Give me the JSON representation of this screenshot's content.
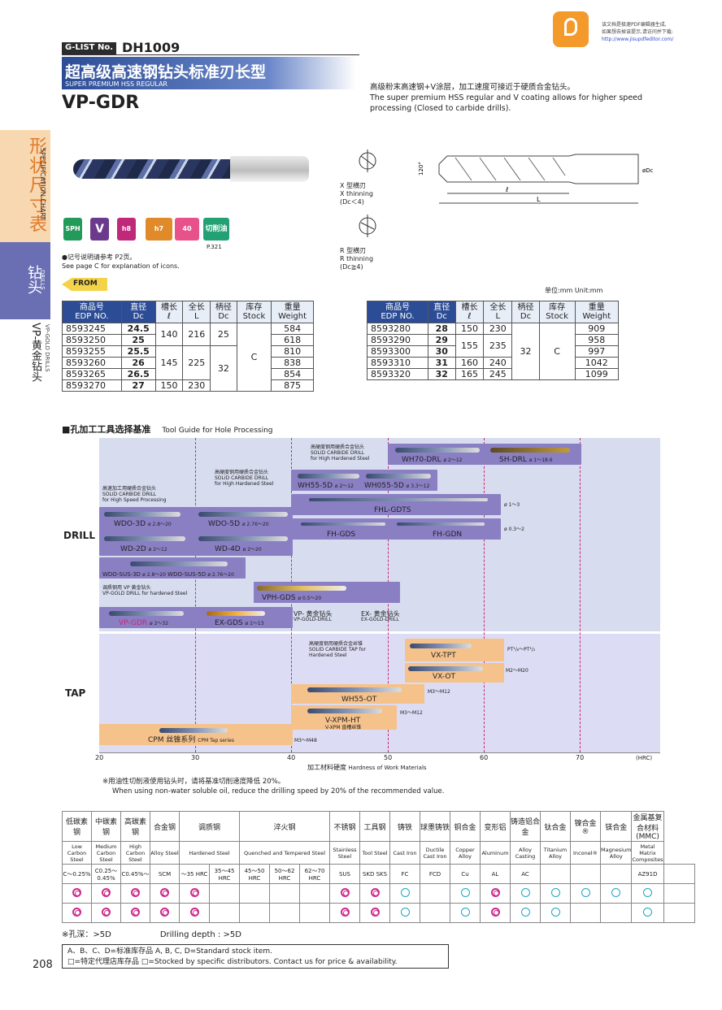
{
  "watermark": {
    "line1": "该文档是极速PDF编辑器生成,",
    "line2": "如果想去掉该提示,请访问并下载:",
    "url": "http://www.jisupdfeditor.com/"
  },
  "header": {
    "glist": "G-LIST No.",
    "code": "DH1009",
    "title_cn": "超高级高速钢钻头标准刃长型",
    "title_en": "SUPER PREMIUM HSS REGULAR",
    "model": "VP-GDR",
    "desc_cn": "高级粉末高速钢+V涂层，加工速度可接近于硬质合金钻头。",
    "desc_en1": "The super premium HSS regular and V coating allows for higher speed",
    "desc_en2": "processing (Closed to carbide drills)."
  },
  "side": {
    "spec_en": "SPECIFICATION CHART",
    "spec_cn": "形状尺寸表",
    "drills_en": "DRILLS",
    "drills_cn": "钻头",
    "vp_en": "VP-GOLD DRILLS",
    "vp_cn": "VP-黄金钻头"
  },
  "icons": [
    "SPH",
    "V",
    "h8",
    "h7",
    "40",
    "切削油"
  ],
  "icon_note": {
    "p": "P.321",
    "cn": "●记号说明请参考 P2页。",
    "en": "See page C for explanation of icons."
  },
  "from": "FROM",
  "thinning": {
    "x_cn": "X 型横刃",
    "x_en": "X thinning",
    "x_dc": "(Dc＜4)",
    "r_cn": "R 型横刃",
    "r_en": "R thinning",
    "r_dc": "(Dc≧4)",
    "angle": "120°",
    "l": "ℓ",
    "L": "L",
    "dc": "øDc"
  },
  "unit": "单位:mm   Unit:mm",
  "table_head": {
    "edp_cn": "商品号",
    "edp_en": "EDP NO.",
    "dc_cn": "直径",
    "dc_en": "Dc",
    "l_cn": "槽长",
    "l_en": "ℓ",
    "L_cn": "全长",
    "L_en": "L",
    "ds_cn": "柄径",
    "ds_en": "Dc",
    "stock_cn": "库存",
    "stock_en": "Stock",
    "w_cn": "重量",
    "w_en": "Weight"
  },
  "table1": [
    {
      "edp": "8593245",
      "dc": "24.5",
      "w": "584"
    },
    {
      "edp": "8593250",
      "dc": "25",
      "w": "618"
    },
    {
      "edp": "8593255",
      "dc": "25.5",
      "w": "810"
    },
    {
      "edp": "8593260",
      "dc": "26",
      "w": "838"
    },
    {
      "edp": "8593265",
      "dc": "26.5",
      "w": "854"
    },
    {
      "edp": "8593270",
      "dc": "27",
      "w": "875"
    }
  ],
  "table1_merge": {
    "l1": "140",
    "L1": "216",
    "ds1": "25",
    "l2": "145",
    "L2": "225",
    "ds2": "32",
    "l3": "150",
    "L3": "230",
    "stock": "C"
  },
  "table2": [
    {
      "edp": "8593280",
      "dc": "28",
      "w": "909"
    },
    {
      "edp": "8593290",
      "dc": "29",
      "w": "958"
    },
    {
      "edp": "8593300",
      "dc": "30",
      "w": "997"
    },
    {
      "edp": "8593310",
      "dc": "31",
      "w": "1042"
    },
    {
      "edp": "8593320",
      "dc": "32",
      "w": "1099"
    }
  ],
  "table2_merge": {
    "l1": "150",
    "L1": "230",
    "l2": "155",
    "L2": "235",
    "l3": "160",
    "L3": "240",
    "l4": "165",
    "L4": "245",
    "ds": "32",
    "stock": "C"
  },
  "guide": {
    "title": "■孔加工工具选择基准",
    "title_en": "Tool Guide for Hole Processing",
    "drill": "DRILL",
    "tap": "TAP",
    "xaxis": [
      "20",
      "30",
      "40",
      "50",
      "60",
      "70"
    ],
    "xunit": "(HRC)",
    "xlabel": "加工材料硬度",
    "xlabel_en": "Hardness of Work Materials",
    "note_cn": "※用油性切削液使用钻头时，请将基准切削速度降低 20%。",
    "note_en": "When using non-water soluble oil, reduce the drilling speed by 20% of the recommended value."
  },
  "drill_items": [
    {
      "n": "WH70-DRL",
      "r": "ø 2～12"
    },
    {
      "n": "SH-DRL",
      "r": "ø 1～18.6"
    },
    {
      "n": "WH55-5D",
      "r": "ø 2～12"
    },
    {
      "n": "WH055-5D",
      "r": "ø 3.3～12"
    },
    {
      "n": "FHL-GDTS",
      "r": "ø 1～3"
    },
    {
      "n": "FH-GDS",
      "r": ""
    },
    {
      "n": "FH-GDN",
      "r": "ø 0.3～2"
    },
    {
      "n": "WDO-3D",
      "r": "ø 2.8～20"
    },
    {
      "n": "WDO-5D",
      "r": "ø 2.76～20"
    },
    {
      "n": "WD-2D",
      "r": "ø 2～12"
    },
    {
      "n": "WD-4D",
      "r": "ø 2～20"
    },
    {
      "n": "WDO-SUS-3D",
      "r": "ø 2.8～20"
    },
    {
      "n": "WDO-SUS-5D",
      "r": "ø 2.76～20"
    },
    {
      "n": "VPH-GDS",
      "r": "ø 0.5～20"
    },
    {
      "n": "VP-GDR",
      "r": "ø 2～32"
    },
    {
      "n": "EX-GDS",
      "r": "ø 1～13"
    }
  ],
  "drill_groups": {
    "g1_cn": "高硬度钢用硬质合金钻头",
    "g1_en1": "SOLID CARBIDE DRILL",
    "g1_en2": "for High Hardened Steel",
    "g2_cn": "高硬度钢用硬质合金钻头",
    "g2_en1": "SOLID CARBIDE DRILL",
    "g2_en2": "for High Hardened Steel",
    "g3_cn": "高速加工用硬质合金钻头",
    "g3_en1": "SOLID CARBIDE DRILL",
    "g3_en2": "for High Speed Processing",
    "g4_cn": "调质钢用 VP 黄金钻头",
    "g4_en": "VP-GOLD DRILL for hardened Steel",
    "vp_cn": "VP- 黄金钻头",
    "vp_en": "VP-GOLD-DRILL",
    "ex_cn": "EX- 黄金钻头",
    "ex_en": "EX-GOLD-DRILL"
  },
  "tap_items": [
    {
      "n": "VX-TPT",
      "r": "PT¹/₈～PT¹/₂"
    },
    {
      "n": "VX-OT",
      "r": "M2～M20"
    },
    {
      "n": "WH55-OT",
      "r": "M3～M12"
    },
    {
      "n": "V-XPM-HT",
      "r": "M3～M12"
    },
    {
      "n": "CPM 丝锥系列",
      "r": "M3～M48"
    }
  ],
  "tap_groups": {
    "cn": "高硬度钢用硬质合金丝锥",
    "en1": "SOLID CARBIDE TAP for",
    "en2": "Hardened Steel",
    "xpm": "V-XPM 直槽丝锥",
    "cpm_en": "CPM Tap series"
  },
  "materials": {
    "cn": [
      "低碳素钢",
      "中碳素钢",
      "高碳素钢",
      "合金钢",
      "调质钢",
      "淬火钢",
      "不锈钢",
      "工具钢",
      "铸铁",
      "球墨铸铁",
      "铜合金",
      "变形铝",
      "铸造铝合金",
      "钛合金",
      "镍合金 ®",
      "镁合金",
      "金属基复合材料(MMC)"
    ],
    "en": [
      "Low Carbon Steel",
      "Medium Carbon Steel",
      "High Carbon Steel",
      "Alloy Steel",
      "Hardened Steel",
      "Quenched and Tempered Steel",
      "Stainless Steel",
      "Tool Steel",
      "Cast Iron",
      "Ductile Cast Iron",
      "Copper Alloy",
      "Aluminum",
      "Alloy Casting",
      "Titanium Alloy",
      "Inconel®",
      "Magnesium Alloy",
      "Metal Matrix Composites"
    ],
    "spec": [
      "C～0.25%",
      "C0.25～0.45%",
      "C0.45%～",
      "SCM",
      "～35 HRC",
      "35～45 HRC",
      "45～50 HRC",
      "50～62 HRC",
      "62～70 HRC",
      "SUS",
      "SKD SKS",
      "FC",
      "FCD",
      "Cu",
      "AL",
      "AC",
      "",
      "",
      "",
      "AZ91D",
      ""
    ],
    "mark": "※"
  },
  "depth": {
    "cn": "※孔深：>5D",
    "en": "Drilling depth : >5D"
  },
  "stock_note": {
    "l1": "A、B、C、D=标准库存品   A, B, C, D=Standard stock item.",
    "l2": "□=特定代理店库存品   □=Stocked by specific distributors. Contact us for price & availability."
  },
  "page": "208",
  "colors": {
    "blue": "#2c4d95",
    "band": "#d7dcef",
    "orange": "#f5c28c",
    "purple": "#6e5ea8"
  }
}
